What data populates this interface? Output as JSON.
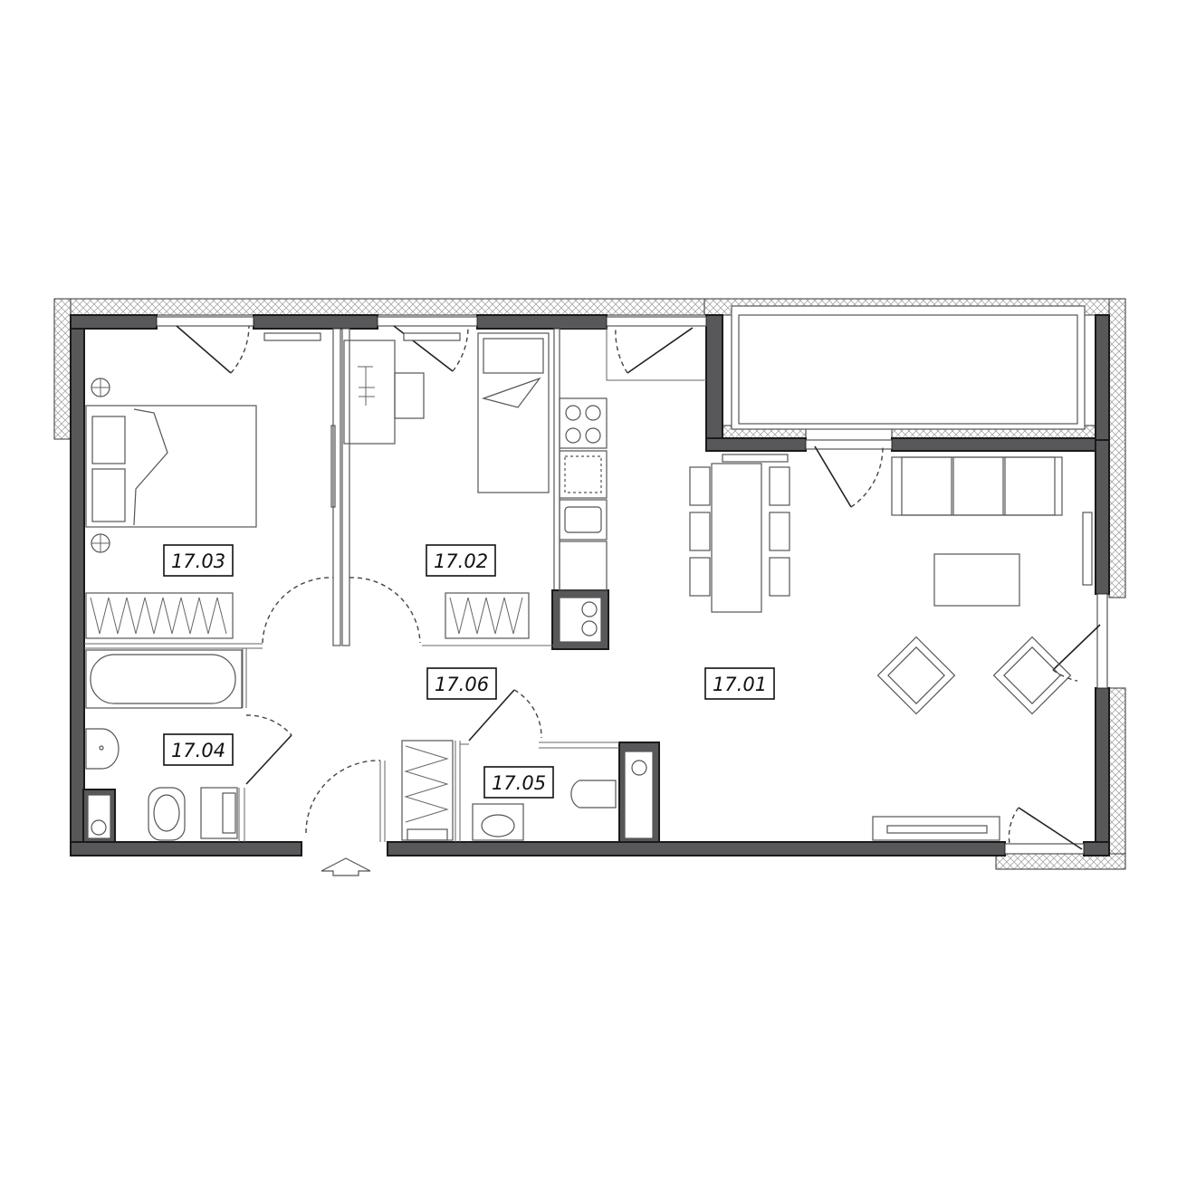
{
  "rooms": {
    "r1701": "17.01",
    "r1702": "17.02",
    "r1703": "17.03",
    "r1704": "17.04",
    "r1705": "17.05",
    "r1706": "17.06"
  },
  "colors": {
    "wall": "#58585a",
    "line": "#555555",
    "background": "#ffffff"
  },
  "icons": {
    "entrance": "entrance-arrow-icon"
  }
}
